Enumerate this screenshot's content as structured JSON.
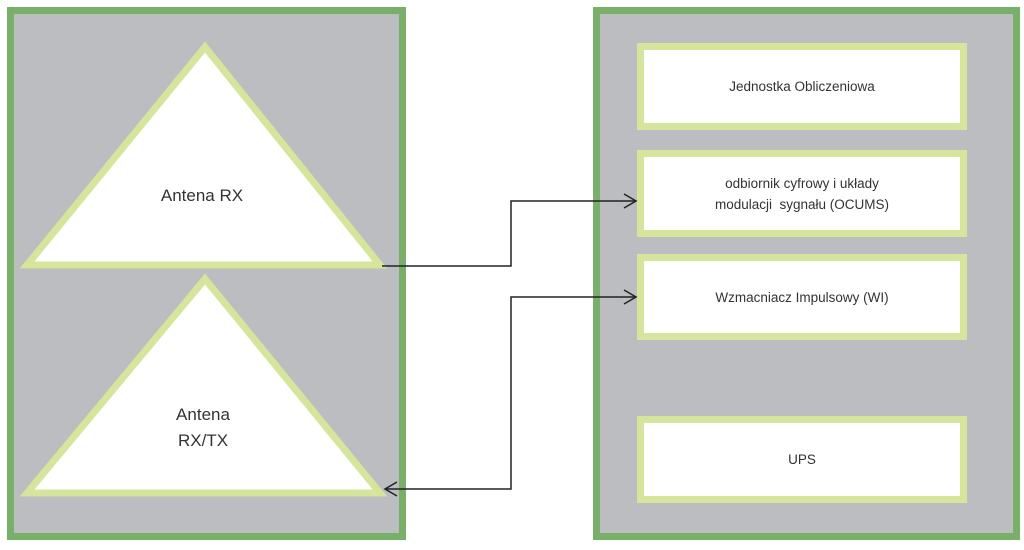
{
  "colors": {
    "panel_border": "#78b06a",
    "panel_fill": "#bcbdc0",
    "shape_border": "#d5e59c",
    "shape_fill": "#ffffff",
    "arrow": "#222222",
    "text": "#333333"
  },
  "left_panel": {
    "antennas": [
      {
        "label_lines": [
          "Antena RX"
        ]
      },
      {
        "label_lines": [
          "Antena",
          "RX/TX"
        ]
      }
    ]
  },
  "right_panel": {
    "boxes": [
      {
        "label_lines": [
          "Jednostka Obliczeniowa"
        ]
      },
      {
        "label_lines": [
          "odbiornik cyfrowy i układy",
          "modulacji  sygnału (OCUMS)"
        ]
      },
      {
        "label_lines": [
          "Wzmacniacz Impulsowy (WI)"
        ]
      },
      {
        "label_lines": [
          "UPS"
        ]
      }
    ]
  },
  "connections": [
    {
      "from": "Antena RX",
      "to": "odbiornik cyfrowy i układy modulacji sygnału (OCUMS)",
      "direction": "forward"
    },
    {
      "from": "Wzmacniacz Impulsowy (WI)",
      "to": "Antena RX/TX",
      "direction": "bidirectional"
    }
  ]
}
